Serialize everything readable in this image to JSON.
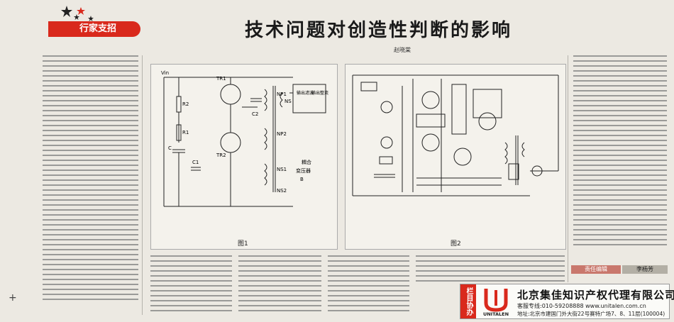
{
  "header": {
    "section_tag": "行家支招",
    "title": "技术问题对创造性判断的影响",
    "author": "赵晓棠"
  },
  "figure1": {
    "caption": "图1",
    "labels": {
      "vin": "Vin",
      "r1": "R1",
      "r2": "R2",
      "tr1": "TR1",
      "tr2": "TR2",
      "c": "C",
      "c1": "C1",
      "c2": "C2",
      "np1": "NP1",
      "np2": "NP2",
      "ns": "NS",
      "ns1": "NS1",
      "ns2": "NS2",
      "out1": "输出滤波",
      "out2": "输出整流",
      "coupling": "耦合",
      "xfmr": "变压器",
      "b": "B"
    }
  },
  "figure2": {
    "caption": "图2"
  },
  "editor": {
    "label": "责任编辑",
    "name": "李杨芳"
  },
  "ad": {
    "column_tag": "栏目协办",
    "brand": "UNITALEN",
    "company": "北京集佳知识产权代理有限公司",
    "hotline": "客服专线:010-59208888  www.unitalen.com.cn",
    "address": "地址:北京市建国门外大街22号赛特广场7、8、11层(100004)"
  },
  "colors": {
    "accent": "#d9291c"
  }
}
